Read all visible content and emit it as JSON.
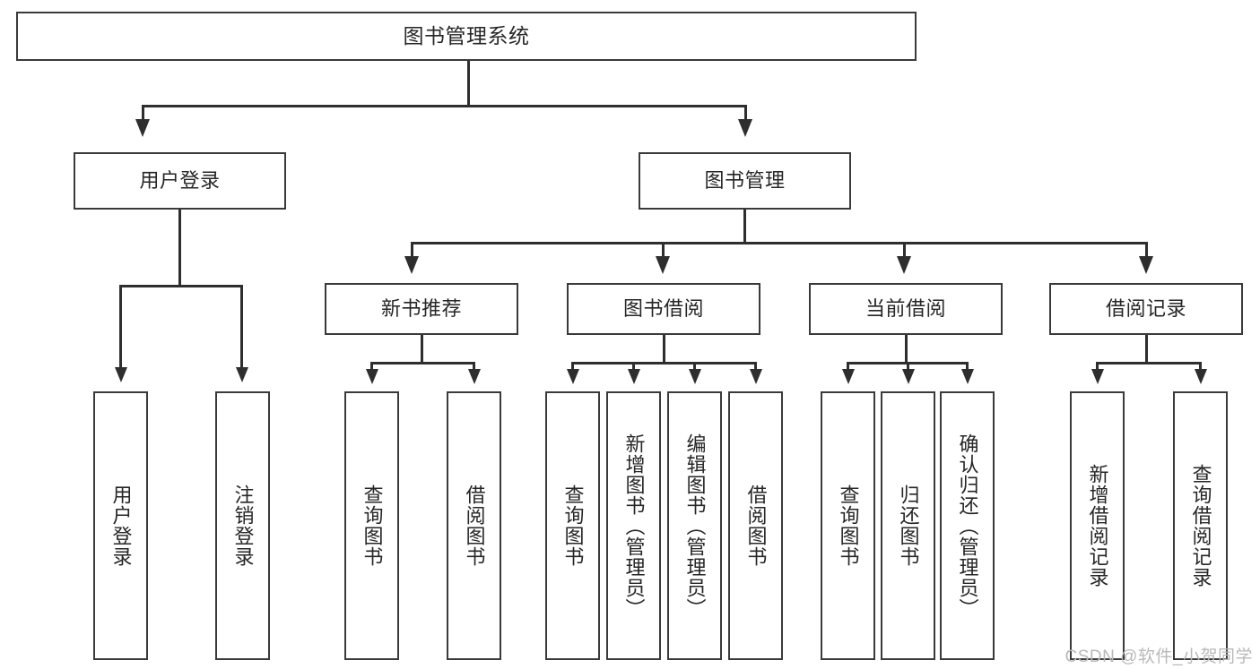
{
  "diagram": {
    "type": "hierarchy-tree",
    "title": "图书管理系统",
    "watermark": "CSDN @软件_小贺同学",
    "root": {
      "label": "图书管理系统"
    },
    "level2": [
      {
        "label": "用户登录"
      },
      {
        "label": "图书管理"
      }
    ],
    "level3": [
      {
        "label": "新书推荐"
      },
      {
        "label": "图书借阅"
      },
      {
        "label": "当前借阅"
      },
      {
        "label": "借阅记录"
      }
    ],
    "leaves": {
      "user_login": [
        {
          "label": "用户登录"
        },
        {
          "label": "注销登录"
        }
      ],
      "new_book": [
        {
          "label": "查询图书"
        },
        {
          "label": "借阅图书"
        }
      ],
      "book_borrow": [
        {
          "label": "查询图书"
        },
        {
          "label": "新增图书（管理员）"
        },
        {
          "label": "编辑图书（管理员）"
        },
        {
          "label": "借阅图书"
        }
      ],
      "current_borrow": [
        {
          "label": "查询图书"
        },
        {
          "label": "归还图书"
        },
        {
          "label": "确认归还（管理员）"
        }
      ],
      "borrow_record": [
        {
          "label": "新增借阅记录"
        },
        {
          "label": "查询借阅记录"
        }
      ]
    },
    "colors": {
      "border": "#3a3a3a",
      "line": "#2e2e2e",
      "background": "#ffffff",
      "text": "#262626",
      "watermark": "#b9b9b9"
    }
  }
}
